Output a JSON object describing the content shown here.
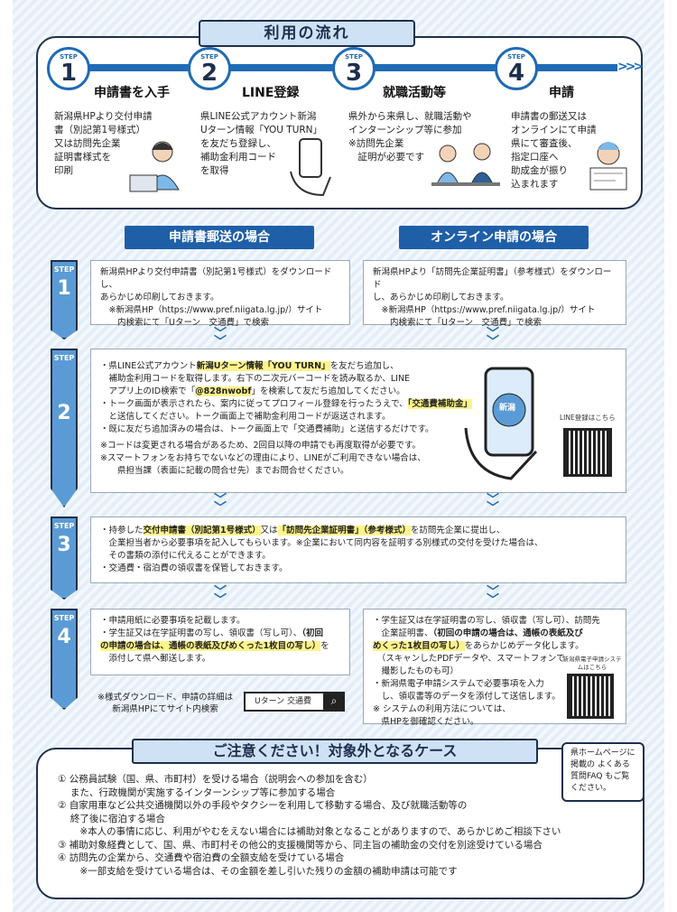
{
  "flow": {
    "title": "利用の流れ",
    "steps": [
      {
        "label": "STEP",
        "num": "1",
        "head": "申請書を入手",
        "desc": [
          "新潟県HPより交付申請",
          "書（別記第1号様式）",
          "又は訪問先企業",
          "証明書様式を",
          "印刷"
        ]
      },
      {
        "label": "STEP",
        "num": "2",
        "head": "LINE登録",
        "desc": [
          "県LINE公式アカウント新潟",
          "Uターン情報「YOU TURN」",
          "を友だち登録し、",
          "補助金利用コード",
          "を取得"
        ]
      },
      {
        "label": "STEP",
        "num": "3",
        "head": "就職活動等",
        "desc": [
          "県外から来県し、就職活動や",
          "インターンシップ等に参加",
          "※訪問先企業",
          "　証明が必要です"
        ]
      },
      {
        "label": "STEP",
        "num": "4",
        "head": "申請",
        "desc": [
          "申請書の郵送又は",
          "オンラインにて申請",
          "県にて審査後、",
          "指定口座へ",
          "助成金が振り",
          "込まれます"
        ]
      }
    ]
  },
  "headers": {
    "mail": "申請書郵送の場合",
    "online": "オンライン申請の場合"
  },
  "ribbons": [
    {
      "label": "STEP",
      "num": "1"
    },
    {
      "label": "STEP",
      "num": "2"
    },
    {
      "label": "STEP",
      "num": "3"
    },
    {
      "label": "STEP",
      "num": "4"
    }
  ],
  "step1": {
    "mail": [
      "新潟県HPより交付申請書（別記第1号様式）をダウンロードし、",
      "あらかじめ印刷しておきます。",
      "　※新潟県HP（https://www.pref.niigata.lg.jp/）サイト",
      "　　内検索にて「Uターン　交通費」で検索"
    ],
    "online": [
      "新潟県HPより「訪問先企業証明書」（参考様式）をダウンロード",
      "し、あらかじめ印刷しておきます。",
      "　※新潟県HP（https://www.pref.niigata.lg.jp/）サイト",
      "　　内検索にて「Uターン　交通費」で検索"
    ]
  },
  "step2": {
    "l1a": "・県LINE公式アカウント",
    "l1b": "新潟Uターン情報「YOU TURN」",
    "l1c": "を友だち追加し、",
    "l2": "　補助金利用コードを取得します。右下の二次元バーコードを読み取るか、LINE",
    "l3a": "　アプリ上のID検索で「",
    "l3b": "@828nwobf",
    "l3c": "」を検索して友だち追加してください。",
    "l4": "・トーク画面が表示されたら、案内に従ってプロフィール登録を行ったうえで、",
    "l4b": "「交通費補助金」",
    "l5": "　と送信してください。トーク画面上で補助金利用コードが返送されます。",
    "l6": "・既に友だち追加済みの場合は、トーク画面上で「交通費補助」と送信するだけです。",
    "n1": "※コードは変更される場合があるため、2回目以降の申請でも再度取得が必要です。",
    "n2": "※スマートフォンをお持ちでないなどの理由により、LINEがご利用できない場合は、",
    "n3": "　　県担当課（表面に記載の問合せ先）までお問合せください。",
    "phone": "新潟",
    "qr_caption": "LINE登録はこちら"
  },
  "step3": {
    "l1a": "・持参した",
    "l1b": "交付申請書（別記第1号様式）",
    "l1c": "又は",
    "l1d": "「訪問先企業証明書」（参考様式）",
    "l1e": "を訪問先企業に提出し、",
    "l2": "　企業担当者から必要事項を記入してもらいます。※企業において同内容を証明する別様式の交付を受けた場合は、",
    "l3": "　その書類の添付に代えることができます。",
    "l4": "・交通費・宿泊費の領収書を保管しておきます。"
  },
  "step4": {
    "mail": {
      "l1": "・申請用紙に必要事項を記載します。",
      "l2": "・学生証又は在学証明書の写し、領収書（写し可）、",
      "l2b": "（初回",
      "l3": "の申請の場合は、通帳の表紙及びめくった1枚目の写し）",
      "l3b": "を",
      "l4": "　添付して県へ郵送します。"
    },
    "online": {
      "l1": "・学生証又は在学証明書の写し、領収書（写し可）、訪問先",
      "l2": "　企業証明書、",
      "l2b": "（初回の申請の場合は、通帳の表紙及び",
      "l3": "めくった1枚目の写し）",
      "l3b": "をあらかじめデータ化します。",
      "l4": "　（スキャンしたPDFデータや、スマートフォンで",
      "l5": "　撮影したものも可）",
      "l6": "・新潟県電子申請システムで必要事項を入力",
      "l7": "　し、領収書等のデータを添付して送信します。",
      "l8": "※ システムの利用方法については、",
      "l9": "　県HPを御確認ください。",
      "qr_caption": "新潟県電子申請システムはこちら"
    },
    "search_note1": "※様式ダウンロード、申請の詳細は",
    "search_note2": "新潟県HPにてサイト内検索",
    "search_value": "Uターン 交通費"
  },
  "notice": {
    "title": "ご注意ください！対象外となるケース",
    "bubble": "県ホームページに掲載の よくある質問FAQ もご覧ください。",
    "lines": [
      "① 公務員試験（国、県、市町村）を受ける場合（説明会への参加を含む）",
      "　 また、行政機関が実施するインターンシップ等に参加する場合",
      "② 自家用車など公共交通機関以外の手段やタクシーを利用して移動する場合、及び就職活動等の",
      "　 終了後に宿泊する場合",
      "　　 ※本人の事情に応じ、利用がやむをえない場合には補助対象となることがありますので、あらかじめご相談下さい",
      "③ 補助対象経費として、国、県、市町村その他公的支援機関等から、同主旨の補助金の交付を別途受けている場合",
      "④ 訪問先の企業から、交通費や宿泊費の全額支給を受けている場合",
      "　　 ※一部支給を受けている場合は、その金額を差し引いた残りの金額の補助申請は可能です"
    ]
  }
}
